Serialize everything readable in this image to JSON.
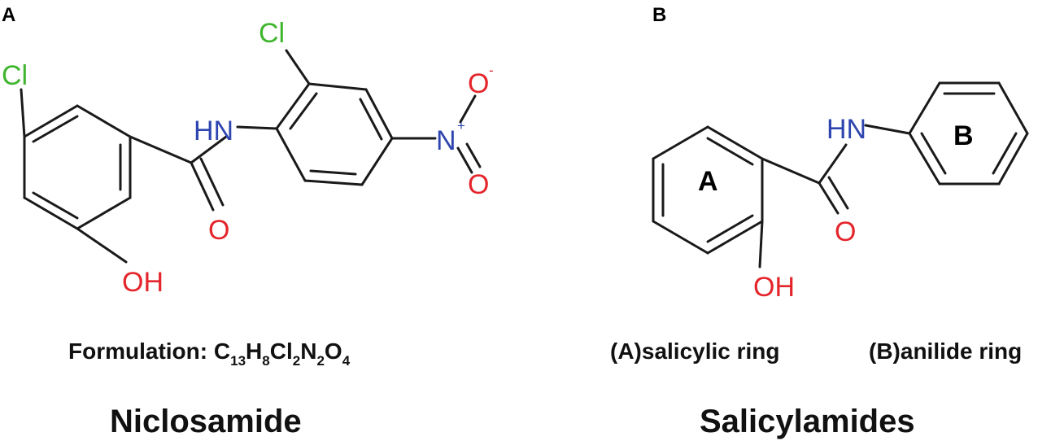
{
  "colors": {
    "carbon": "#1a1a1a",
    "chlorine": "#3fb52e",
    "nitrogen": "#2e45b0",
    "oxygen": "#e4252b"
  },
  "panelA": {
    "letter": "A",
    "atoms": {
      "cl1": "Cl",
      "cl2": "Cl",
      "hn": "HN",
      "o_carbonyl": "O",
      "oh": "OH",
      "n": "N",
      "n_charge": "+",
      "o_minus": "O",
      "o_minus_charge": "-",
      "o_double": "O"
    },
    "formula_label": "Formulation: ",
    "formula_parts": {
      "c": "C",
      "c_n": "13",
      "h": "H",
      "h_n": "8",
      "cl": "Cl",
      "cl_n": "2",
      "n": "N",
      "n_n": "2",
      "o": "O",
      "o_n": "4"
    },
    "title": "Niclosamide"
  },
  "panelB": {
    "letter": "B",
    "atoms": {
      "hn": "HN",
      "o_carbonyl": "O",
      "oh": "OH"
    },
    "ring_a": "A",
    "ring_b": "B",
    "label_a": "(A)salicylic ring",
    "label_b": "(B)anilide ring",
    "title": "Salicylamides"
  }
}
